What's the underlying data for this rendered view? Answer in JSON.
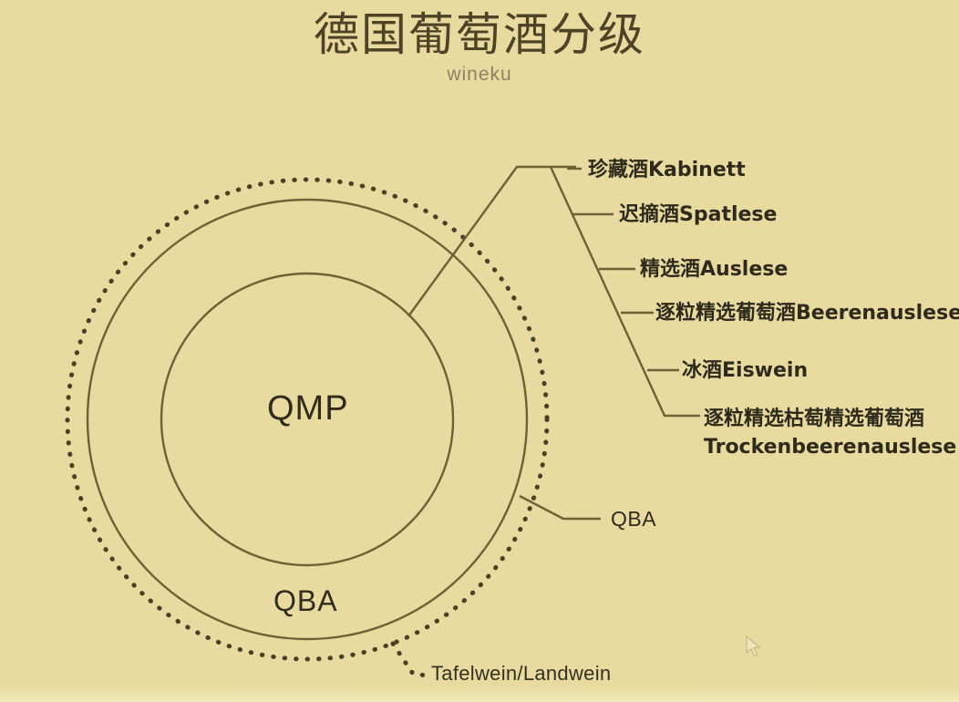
{
  "header": {
    "title": "德国葡萄酒分级",
    "subtitle": "wineku"
  },
  "diagram": {
    "type": "concentric-circles",
    "rings": [
      {
        "id": "qmp",
        "label": "QMP",
        "description": "innermost solid circle"
      },
      {
        "id": "qba",
        "label": "QBA",
        "description": "middle solid circle band"
      },
      {
        "id": "tafelwein",
        "label": "Tafelwein/Landwein",
        "description": "outermost dotted circle"
      }
    ],
    "center_label": "QMP",
    "band_label": "QBA",
    "outer_callout": "QBA",
    "dotted_callout": "Tafelwein/Landwein",
    "qmp_subcategories": [
      "珍藏酒Kabinett",
      "迟摘酒Spatlese",
      "精选酒Auslese",
      "逐粒精选葡萄酒Beerenauslese",
      "冰酒Eiswein",
      "逐粒精选枯萄精选葡萄酒\nTrockenbeerenauslese"
    ]
  },
  "colors": {
    "background": "#e9dba0",
    "ink": "#2e2a1c",
    "line": "#6d6136",
    "title": "#4e4326",
    "subtitle": "#8e8260"
  }
}
